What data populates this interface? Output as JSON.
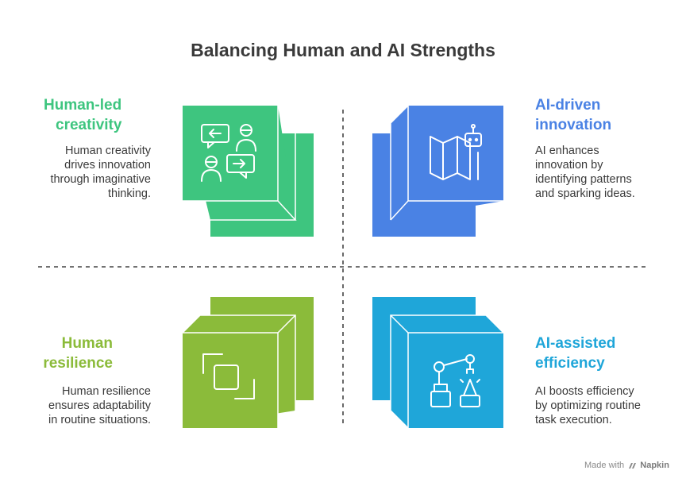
{
  "title": "Balancing Human and AI Strengths",
  "quadrants": {
    "human_creativity": {
      "heading_line1": "Human-led",
      "heading_line2": "creativity",
      "desc_lines": [
        "Human creativity",
        "drives innovation",
        "through imaginative",
        "thinking."
      ],
      "color": "#3ec57f",
      "icon": "conversation-people-icon"
    },
    "ai_innovation": {
      "heading_line1": "AI-driven",
      "heading_line2": "innovation",
      "desc_lines": [
        "AI enhances",
        "innovation by",
        "identifying patterns",
        "and sparking ideas."
      ],
      "color": "#4a82e4",
      "icon": "map-robot-icon"
    },
    "human_resilience": {
      "heading_line1": "Human",
      "heading_line2": "resilience",
      "desc_lines": [
        "Human resilience",
        "ensures adaptability",
        "in routine situations."
      ],
      "color": "#8bbb3a",
      "icon": "layered-squares-icon"
    },
    "ai_efficiency": {
      "heading_line1": "AI-assisted",
      "heading_line2": "efficiency",
      "desc_lines": [
        "AI boosts efficiency",
        "by optimizing routine",
        "task execution."
      ],
      "color": "#1fa6d9",
      "icon": "robot-arm-icon"
    }
  },
  "footer": {
    "made_with": "Made with",
    "brand": "Napkin"
  }
}
